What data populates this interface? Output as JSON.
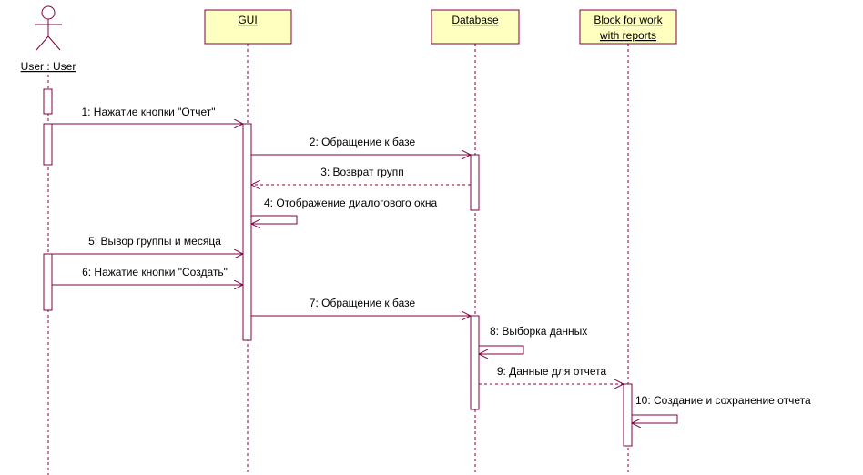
{
  "colors": {
    "line": "#800040",
    "box_fill": "#ffffc0",
    "activation_fill": "#ffffff",
    "text": "#000000"
  },
  "actor": {
    "label": "User : User"
  },
  "objects": [
    {
      "id": "gui",
      "label_lines": [
        "GUI"
      ]
    },
    {
      "id": "database",
      "label_lines": [
        "Database"
      ]
    },
    {
      "id": "reports",
      "label_lines": [
        "Block for work",
        "with reports"
      ]
    }
  ],
  "messages": [
    {
      "n": "1",
      "label": "1: Нажатие кнопки \"Отчет\"",
      "from": "user",
      "to": "gui",
      "kind": "call"
    },
    {
      "n": "2",
      "label": "2: Обращение к базе",
      "from": "gui",
      "to": "database",
      "kind": "call"
    },
    {
      "n": "3",
      "label": "3: Возврат групп",
      "from": "database",
      "to": "gui",
      "kind": "return"
    },
    {
      "n": "4",
      "label": "4: Отображение диалогового окна",
      "from": "gui",
      "to": "gui",
      "kind": "self"
    },
    {
      "n": "5",
      "label": "5: Вывор группы и месяца",
      "from": "user",
      "to": "gui",
      "kind": "call"
    },
    {
      "n": "6",
      "label": "6: Нажатие кнопки \"Создать\"",
      "from": "user",
      "to": "gui",
      "kind": "call"
    },
    {
      "n": "7",
      "label": "7: Обращение к базе",
      "from": "gui",
      "to": "database",
      "kind": "call"
    },
    {
      "n": "8",
      "label": "8: Выборка данных",
      "from": "database",
      "to": "database",
      "kind": "self"
    },
    {
      "n": "9",
      "label": "9: Данные для отчета",
      "from": "database",
      "to": "reports",
      "kind": "return"
    },
    {
      "n": "10",
      "label": "10: Создание и сохранение отчета",
      "from": "reports",
      "to": "reports",
      "kind": "self"
    }
  ]
}
